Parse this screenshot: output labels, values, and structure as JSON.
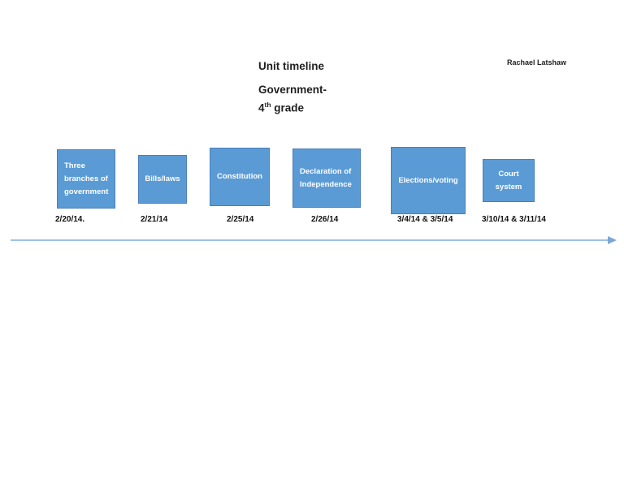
{
  "header": {
    "author": "Rachael Latshaw",
    "title": "Unit timeline",
    "subtitle_line1": "Government-",
    "grade_number": "4",
    "grade_suffix": "th",
    "grade_text": " grade"
  },
  "colors": {
    "text": "#1f1f1f",
    "box_fill": "#5b9bd5",
    "box_border": "#4a7ebb",
    "box_text": "#ffffff",
    "arrow_line": "#9dc3e6",
    "arrow_head": "#7ba7d7"
  },
  "timeline": {
    "items": [
      {
        "label": "Three\nbranches of\ngovernment",
        "date": "2/20/14."
      },
      {
        "label": "Bills/laws",
        "date": "2/21/14"
      },
      {
        "label": "Constitution",
        "date": "2/25/14"
      },
      {
        "label": "Declaration of\nIndependence",
        "date": "2/26/14"
      },
      {
        "label": "Elections/voting",
        "date": "3/4/14 & 3/5/14"
      },
      {
        "label": "Court\nsystem",
        "date": "3/10/14 & 3/11/14"
      }
    ]
  }
}
